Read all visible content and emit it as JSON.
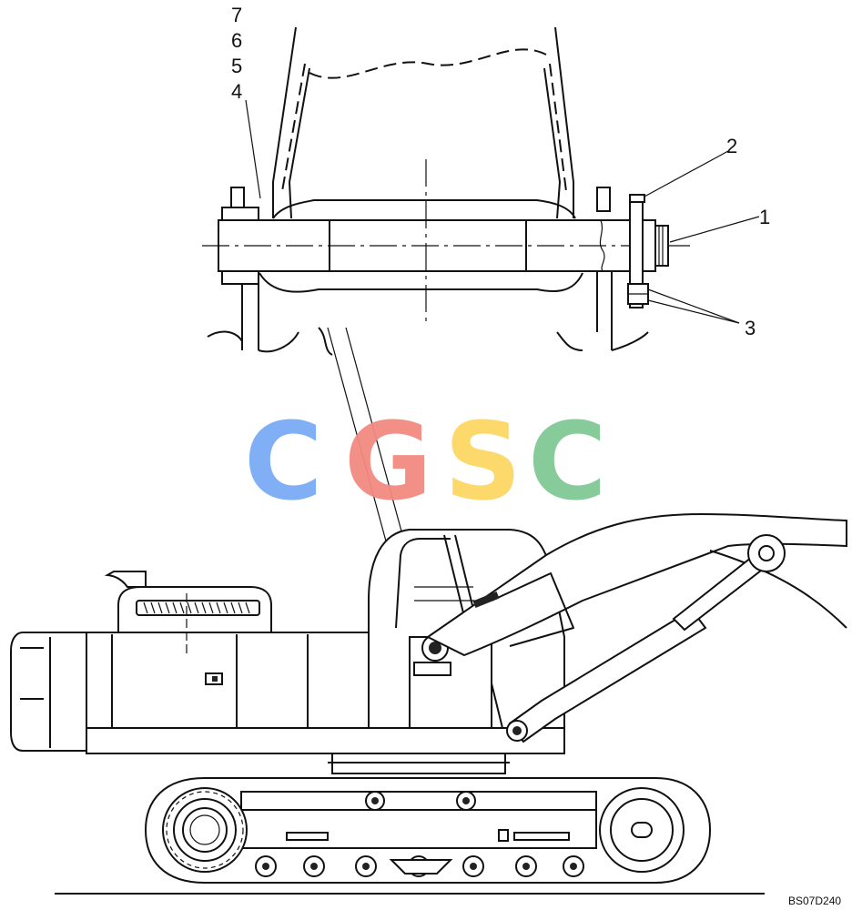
{
  "callouts": {
    "c1": "1",
    "c2": "2",
    "c3": "3",
    "c4": "4",
    "c5": "5",
    "c6": "6",
    "c7": "7"
  },
  "watermark": {
    "letters": [
      "C",
      "G",
      "S",
      "C"
    ],
    "colors": [
      "#7aabf5",
      "#f28b82",
      "#fdd663",
      "#81c995"
    ]
  },
  "drawing_code": "BS07D240"
}
